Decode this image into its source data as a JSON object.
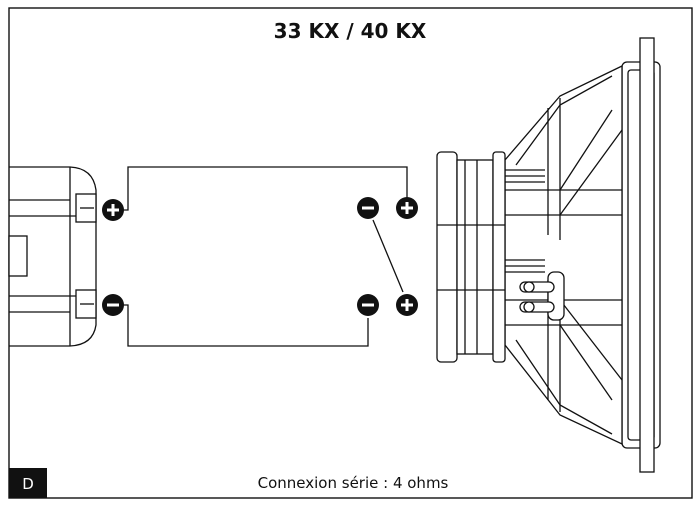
{
  "diagram": {
    "title": "33 KX / 40 KX",
    "caption": "Connexion série : 4 ohms",
    "panel_label": "D",
    "panel_label_bg": "#111111",
    "line_color": "#111111"
  },
  "terminals": {
    "amp_positive": "positive-terminal",
    "amp_negative": "negative-terminal",
    "coil1_negative": "negative-terminal",
    "coil1_positive": "positive-terminal",
    "coil2_negative": "negative-terminal",
    "coil2_positive": "positive-terminal"
  }
}
